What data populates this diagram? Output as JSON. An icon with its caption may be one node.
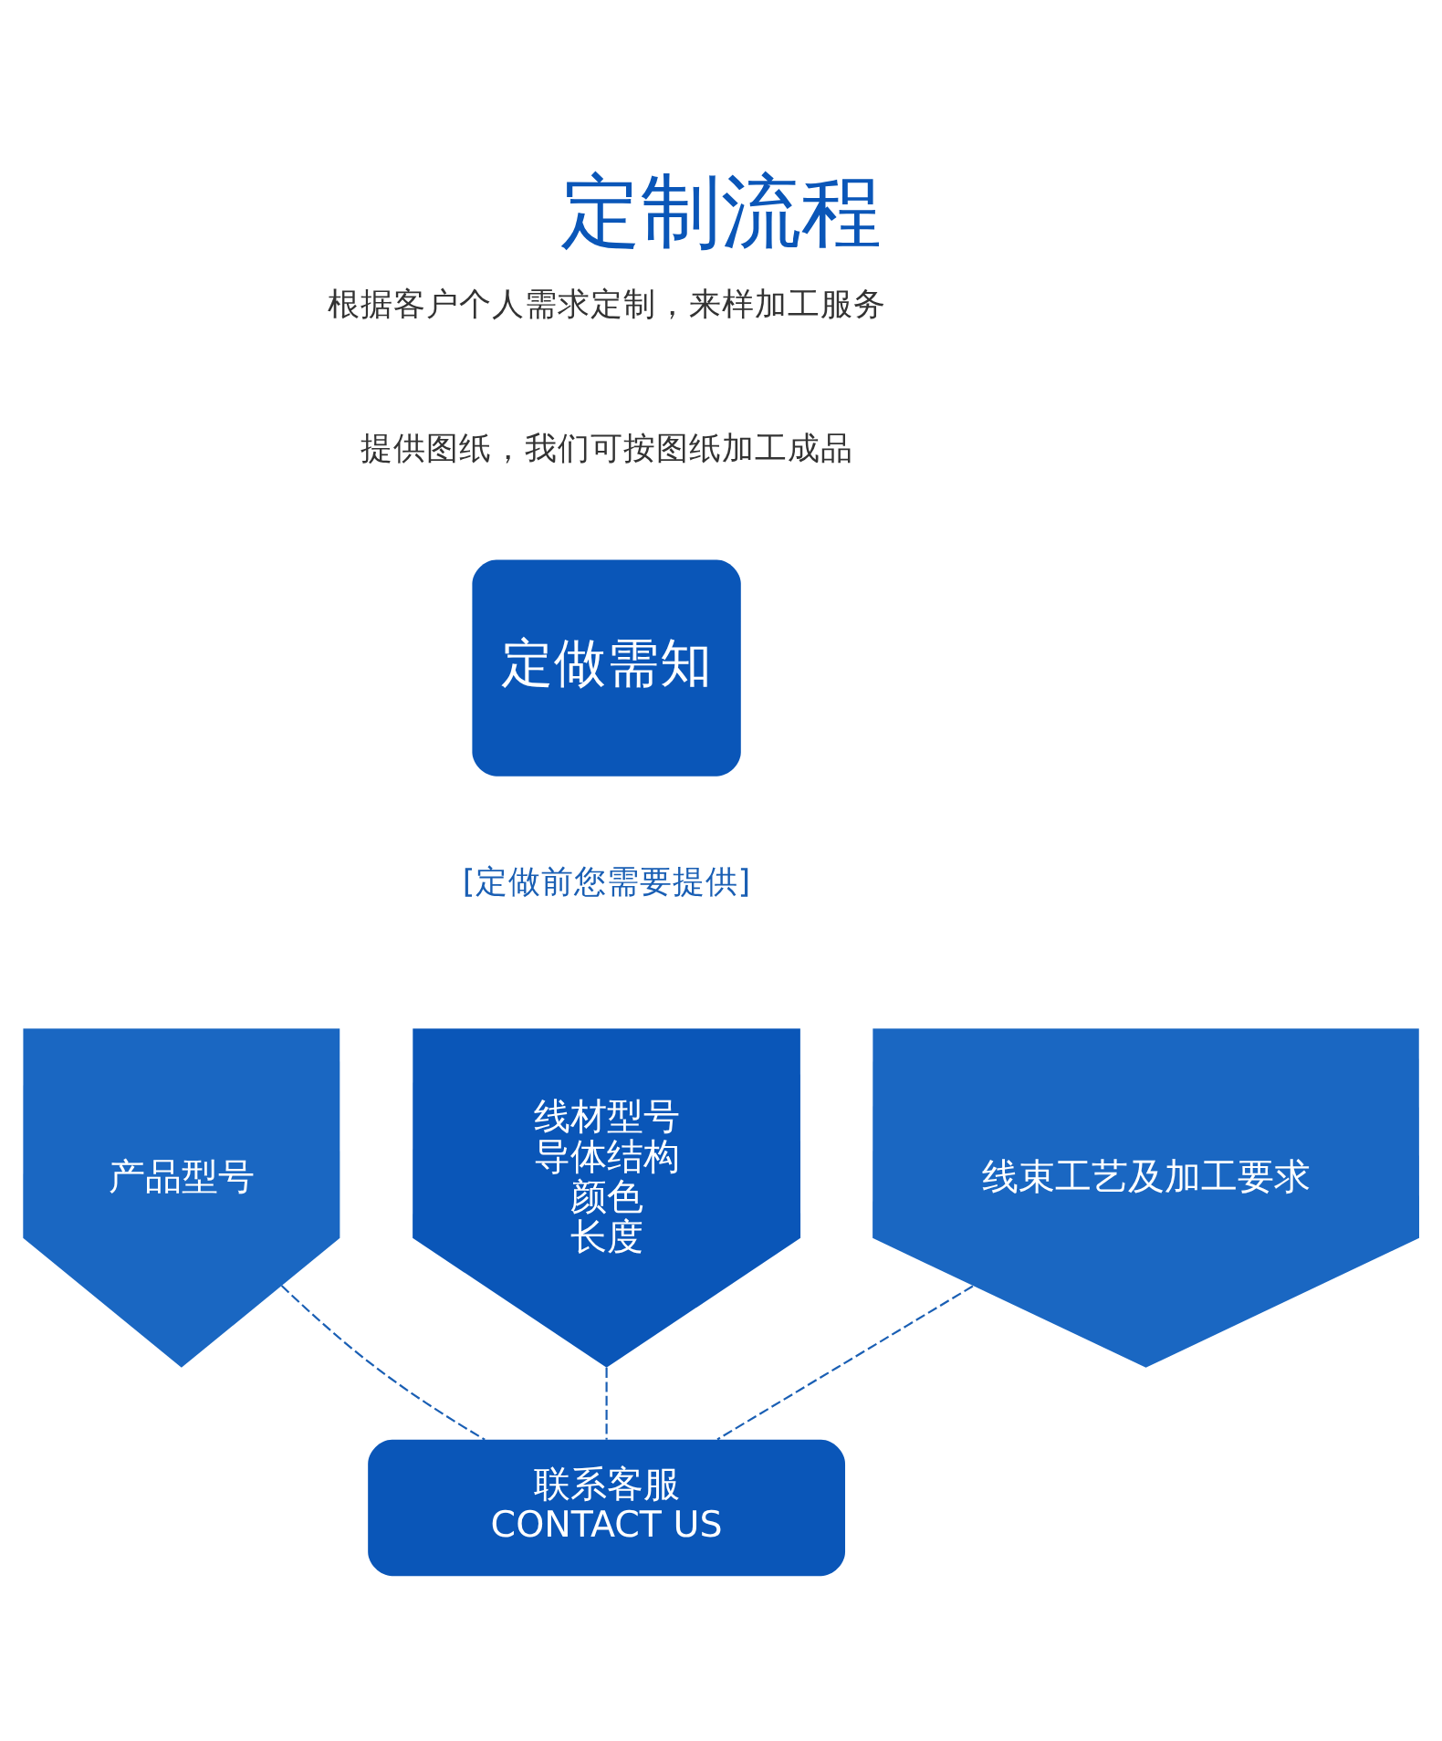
{
  "diagram": {
    "title": "定制流程",
    "nodes": [
      {
        "text": [
          "定做需知"
        ]
      },
      {
        "text": [
          "产品型号"
        ]
      },
      {
        "text": [
          "线材型号",
          "导体结构",
          "颜色",
          "长度"
        ]
      },
      {
        "text": [
          "线束工艺及加工要求"
        ]
      },
      {
        "text": [
          "联系客服",
          "CONTACT US"
        ]
      }
    ],
    "edges": [
      {
        "from": 1,
        "to": 4,
        "arrow": "none",
        "style": "dashed"
      },
      {
        "from": 2,
        "to": 4,
        "arrow": "none",
        "style": "dashed"
      },
      {
        "from": 3,
        "to": 4,
        "arrow": "none",
        "style": "dashed"
      }
    ],
    "labels": [
      "根据客户个人需求定制，来样加工服务",
      "提供图纸，我们可按图纸加工成品",
      "[定做前您需要提供]"
    ]
  }
}
